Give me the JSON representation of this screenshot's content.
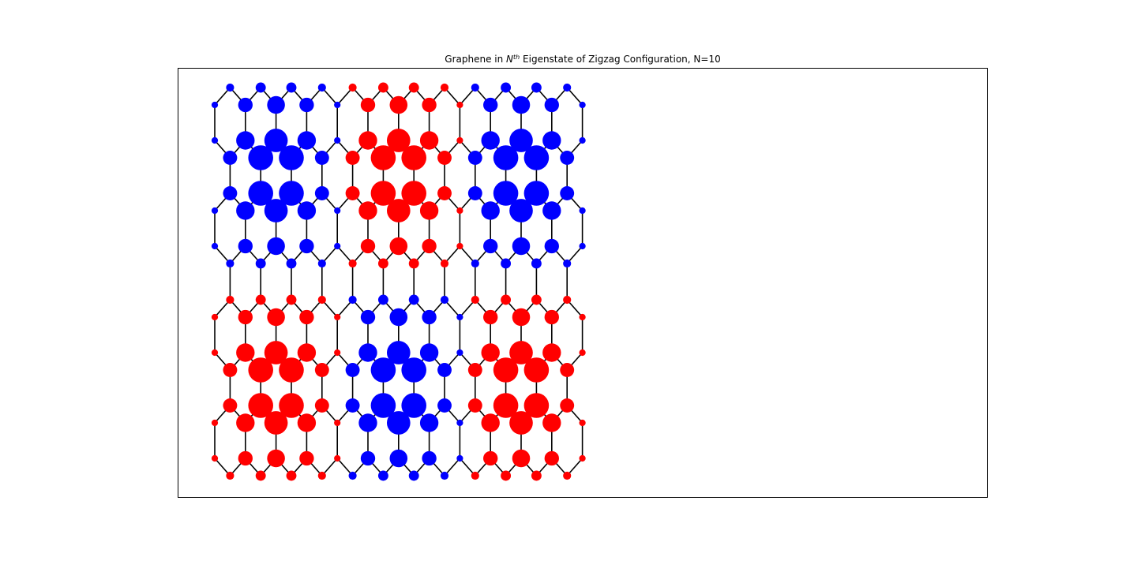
{
  "title": {
    "prefix": "Graphene in ",
    "symbol": "N",
    "superscript": "th",
    "suffix": " Eigenstate of Zigzag Configuration, N=10"
  },
  "colors": {
    "positive_amplitude": "#ff0000",
    "negative_amplitude": "#0000ff",
    "bonds": "#000000",
    "background": "#ffffff"
  },
  "lattice": {
    "type": "honeycomb",
    "edge": "zigzag",
    "ribbon_count": 2,
    "columns_per_row": 12,
    "rows_per_ribbon": 3
  },
  "wavefunction": {
    "description_sign": "red = positive, blue = negative",
    "ribbon_sign_pattern": [
      [
        -1,
        1,
        -1
      ],
      [
        1,
        -1,
        1
      ]
    ],
    "column_groups": 3
  }
}
